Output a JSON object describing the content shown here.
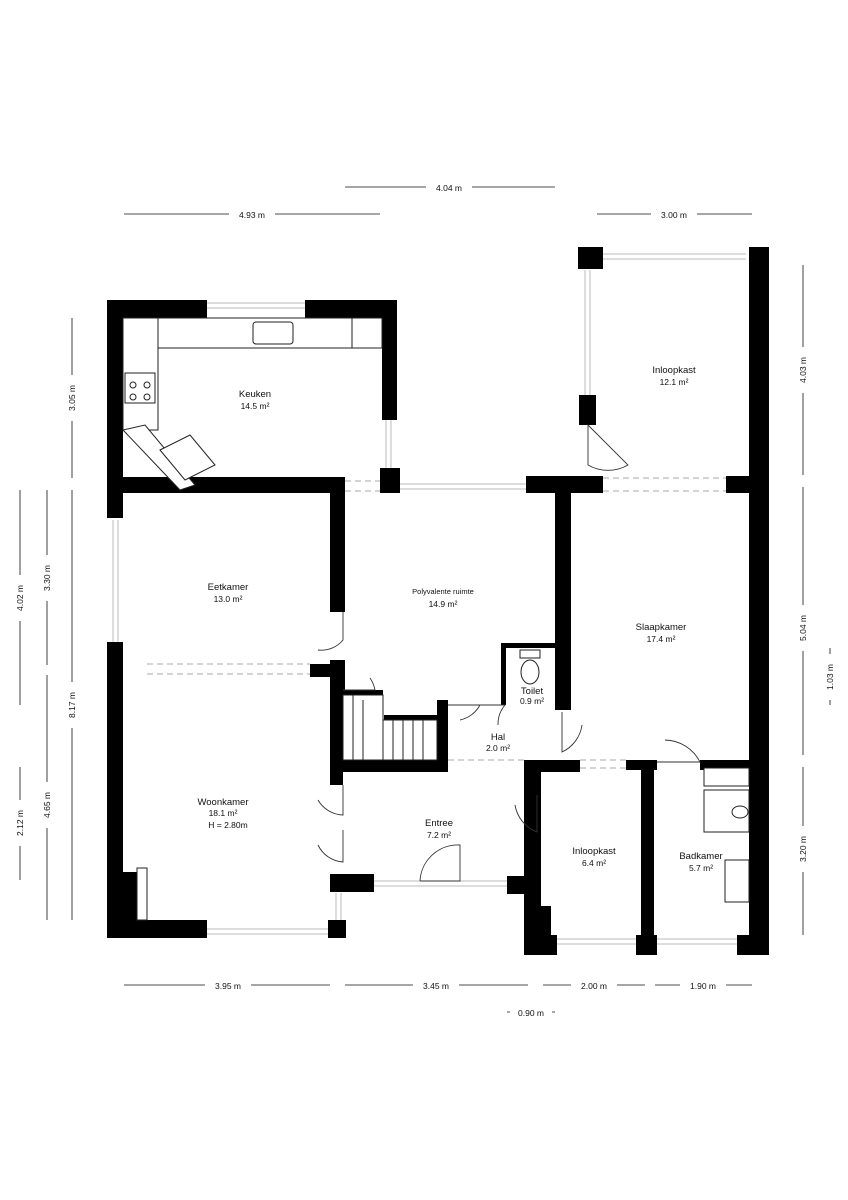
{
  "rooms": [
    {
      "name": "Keuken",
      "area": "14.5 m²"
    },
    {
      "name": "Inloopkast",
      "area": "12.1 m²"
    },
    {
      "name": "Eetkamer",
      "area": "13.0 m²"
    },
    {
      "name": "Polyvalente ruimte",
      "area": "14.9 m²"
    },
    {
      "name": "Slaapkamer",
      "area": "17.4 m²"
    },
    {
      "name": "Toilet",
      "area": "0.9 m²"
    },
    {
      "name": "Hal",
      "area": "2.0 m²"
    },
    {
      "name": "Woonkamer",
      "area": "18.1 m²",
      "height": "H = 2.80m"
    },
    {
      "name": "Entree",
      "area": "7.2 m²"
    },
    {
      "name": "Inloopkast",
      "area": "6.4 m²"
    },
    {
      "name": "Badkamer",
      "area": "5.7 m²"
    }
  ],
  "dimensions": {
    "top": [
      "4.04 m",
      "4.93 m",
      "3.00 m"
    ],
    "bottom": [
      "3.95 m",
      "3.45 m",
      "2.00 m",
      "1.90 m",
      "0.90 m"
    ],
    "left": [
      "3.05 m",
      "4.02 m",
      "3.30 m",
      "8.17 m",
      "4.65 m",
      "2.12 m"
    ],
    "right": [
      "4.03 m",
      "5.04 m",
      "1.03 m",
      "3.20 m"
    ]
  }
}
